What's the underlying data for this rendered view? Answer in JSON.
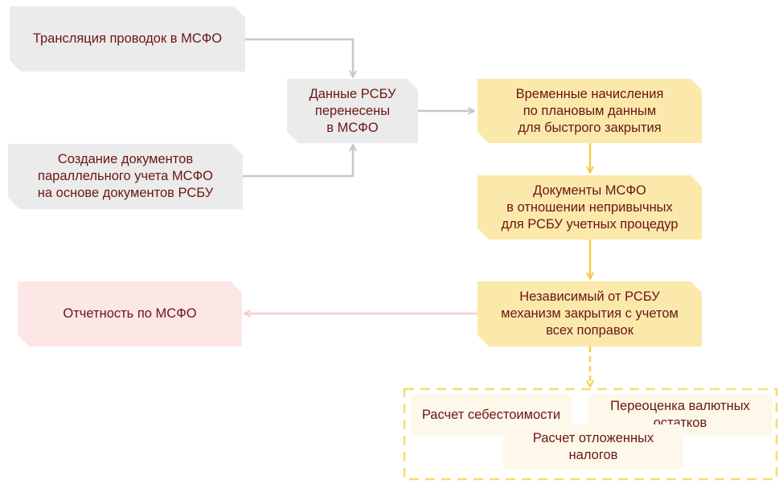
{
  "diagram": {
    "nodes": {
      "translation": "Трансляция проводок в МСФО",
      "parallel_docs": "Создание документов\nпараллельного учета МСФО\nна основе документов РСБУ",
      "rsbu_transferred": "Данные РСБУ\nперенесены\nв МСФО",
      "temp_accruals": "Временные начисления\nпо плановым данным\nдля быстрого закрытия",
      "ifrs_docs": "Документы МСФО\nв отношении непривычных\nдля РСБУ учетных процедур",
      "closing_mechanism": "Независимый от РСБУ\nмеханизм закрытия с учетом\nвсех поправок",
      "ifrs_reporting": "Отчетность по МСФО"
    },
    "group": {
      "cost_calc": "Расчет себестоимости",
      "fx_revaluation": "Переоценка валютных\nостатков",
      "deferred_tax": "Расчет отложенных\nналогов"
    },
    "colors": {
      "text": "#6b1515",
      "gray_fill": "#ebebeb",
      "yellow_fill": "#fbe9ab",
      "pink_fill": "#fde6e6",
      "gray_line": "#c8c8c8",
      "yellow_line": "#f5cc4a",
      "pink_line": "#fbc9c9"
    }
  }
}
